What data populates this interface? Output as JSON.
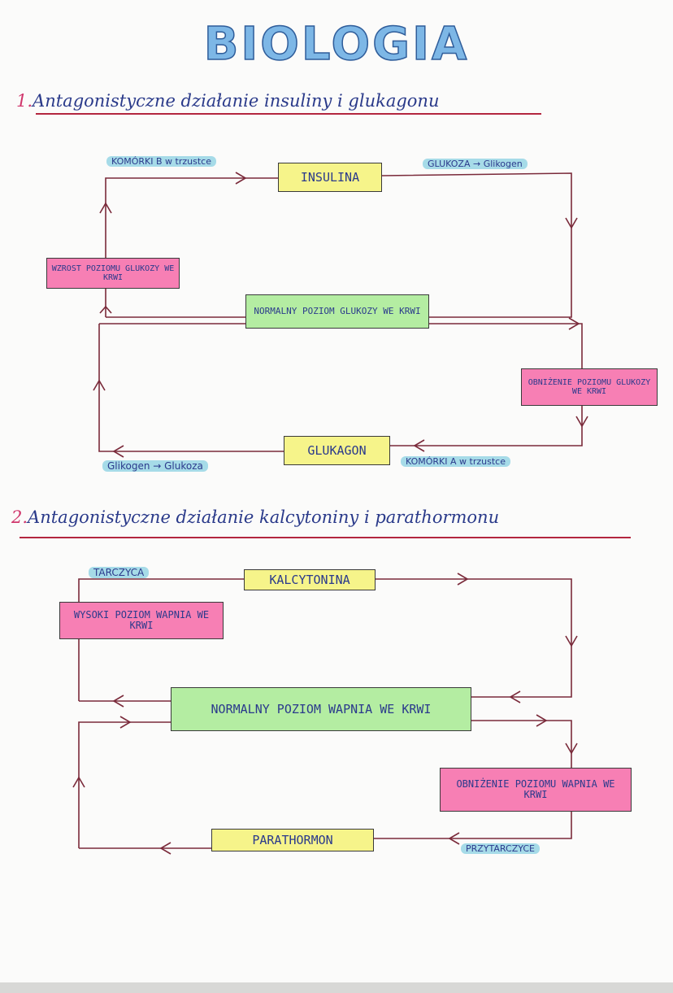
{
  "title": "BIOLOGIA",
  "section1": {
    "number": "1.",
    "heading": "Antagonistyczne działanie insuliny i glukagonu",
    "boxes": {
      "insulina": "INSULINA",
      "normal_glucose": "NORMALNY POZIOM GLUKOZY WE KRWI",
      "increase": "WZROST POZIOMU GLUKOZY WE KRWI",
      "decrease": "OBNIŻENIE POZIOMU GLUKOZY WE KRWI",
      "glukagon": "GLUKAGON"
    },
    "labels": {
      "beta_cells": "KOMÓRKI B w trzustce",
      "glucose_to_glycogen": "GLUKOZA → Glikogen",
      "glycogen_to_glucose": "Glikogen → Glukoza",
      "alpha_cells": "KOMÓRKI A w trzustce"
    }
  },
  "section2": {
    "number": "2.",
    "heading": "Antagonistyczne działanie kalcytoniny i parathormonu",
    "boxes": {
      "kalcytonina": "KALCYTONINA",
      "high_calcium": "WYSOKI POZIOM WAPNIA WE KRWI",
      "normal_calcium": "NORMALNY POZIOM WAPNIA WE KRWI",
      "low_calcium": "OBNIŻENIE POZIOMU WAPNIA WE KRWI",
      "parathormon": "PARATHORMON"
    },
    "labels": {
      "thyroid": "TARCZYCA",
      "parathyroid": "PRZYTARCZYCE"
    }
  },
  "colors": {
    "hormone_box": "#f6f48a",
    "normal_box": "#b4eda2",
    "condition_box": "#f77fb4",
    "source_label": "#a6dbe8",
    "arrow": "#7a2a3a",
    "title_fill": "#7db7e6"
  }
}
